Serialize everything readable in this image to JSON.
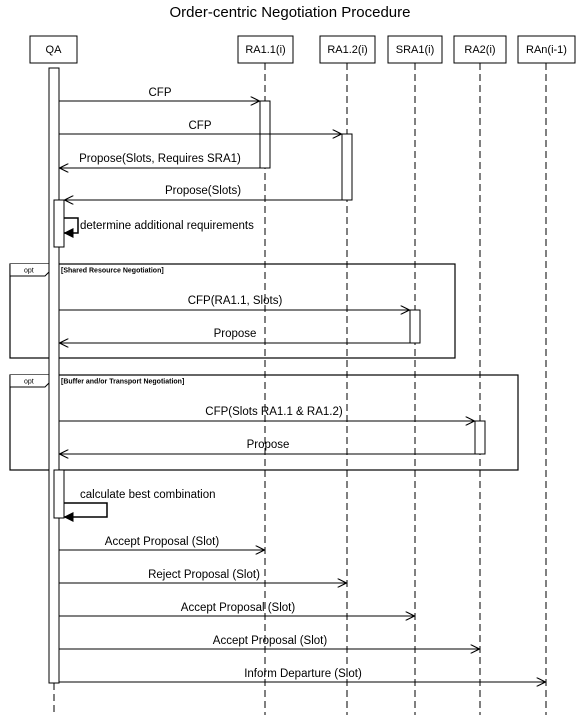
{
  "title": "Order-centric Negotiation Procedure",
  "participants": [
    {
      "id": "qa",
      "label": "QA"
    },
    {
      "id": "ra11",
      "label": "RA1.1(i)"
    },
    {
      "id": "ra12",
      "label": "RA1.2(i)"
    },
    {
      "id": "sra1",
      "label": "SRA1(i)"
    },
    {
      "id": "ra2",
      "label": "RA2(i)"
    },
    {
      "id": "ran",
      "label": "RAn(i-1)"
    }
  ],
  "messages": [
    {
      "from": "qa",
      "to": "ra11",
      "label": "CFP"
    },
    {
      "from": "qa",
      "to": "ra12",
      "label": "CFP"
    },
    {
      "from": "ra11",
      "to": "qa",
      "label": "Propose(Slots, Requires SRA1)"
    },
    {
      "from": "ra12",
      "to": "qa",
      "label": "Propose(Slots)"
    },
    {
      "from": "qa",
      "to": "qa",
      "label": "determine additional requirements"
    },
    {
      "from": "qa",
      "to": "sra1",
      "label": "CFP(RA1.1, Slots)"
    },
    {
      "from": "sra1",
      "to": "qa",
      "label": "Propose"
    },
    {
      "from": "qa",
      "to": "ra2",
      "label": "CFP(Slots RA1.1 & RA1.2)"
    },
    {
      "from": "ra2",
      "to": "qa",
      "label": "Propose"
    },
    {
      "from": "qa",
      "to": "qa",
      "label": "calculate best combination"
    },
    {
      "from": "qa",
      "to": "ra11",
      "label": "Accept Proposal (Slot)"
    },
    {
      "from": "qa",
      "to": "ra12",
      "label": "Reject Proposal (Slot)"
    },
    {
      "from": "qa",
      "to": "sra1",
      "label": "Accept Proposal (Slot)"
    },
    {
      "from": "qa",
      "to": "ra2",
      "label": "Accept Proposal (Slot)"
    },
    {
      "from": "qa",
      "to": "ran",
      "label": "Inform Departure (Slot)"
    }
  ],
  "fragments": [
    {
      "operator": "opt",
      "label": "[Shared Resource Negotiation]"
    },
    {
      "operator": "opt",
      "label": "[Buffer and/or Transport Negotiation]"
    }
  ]
}
